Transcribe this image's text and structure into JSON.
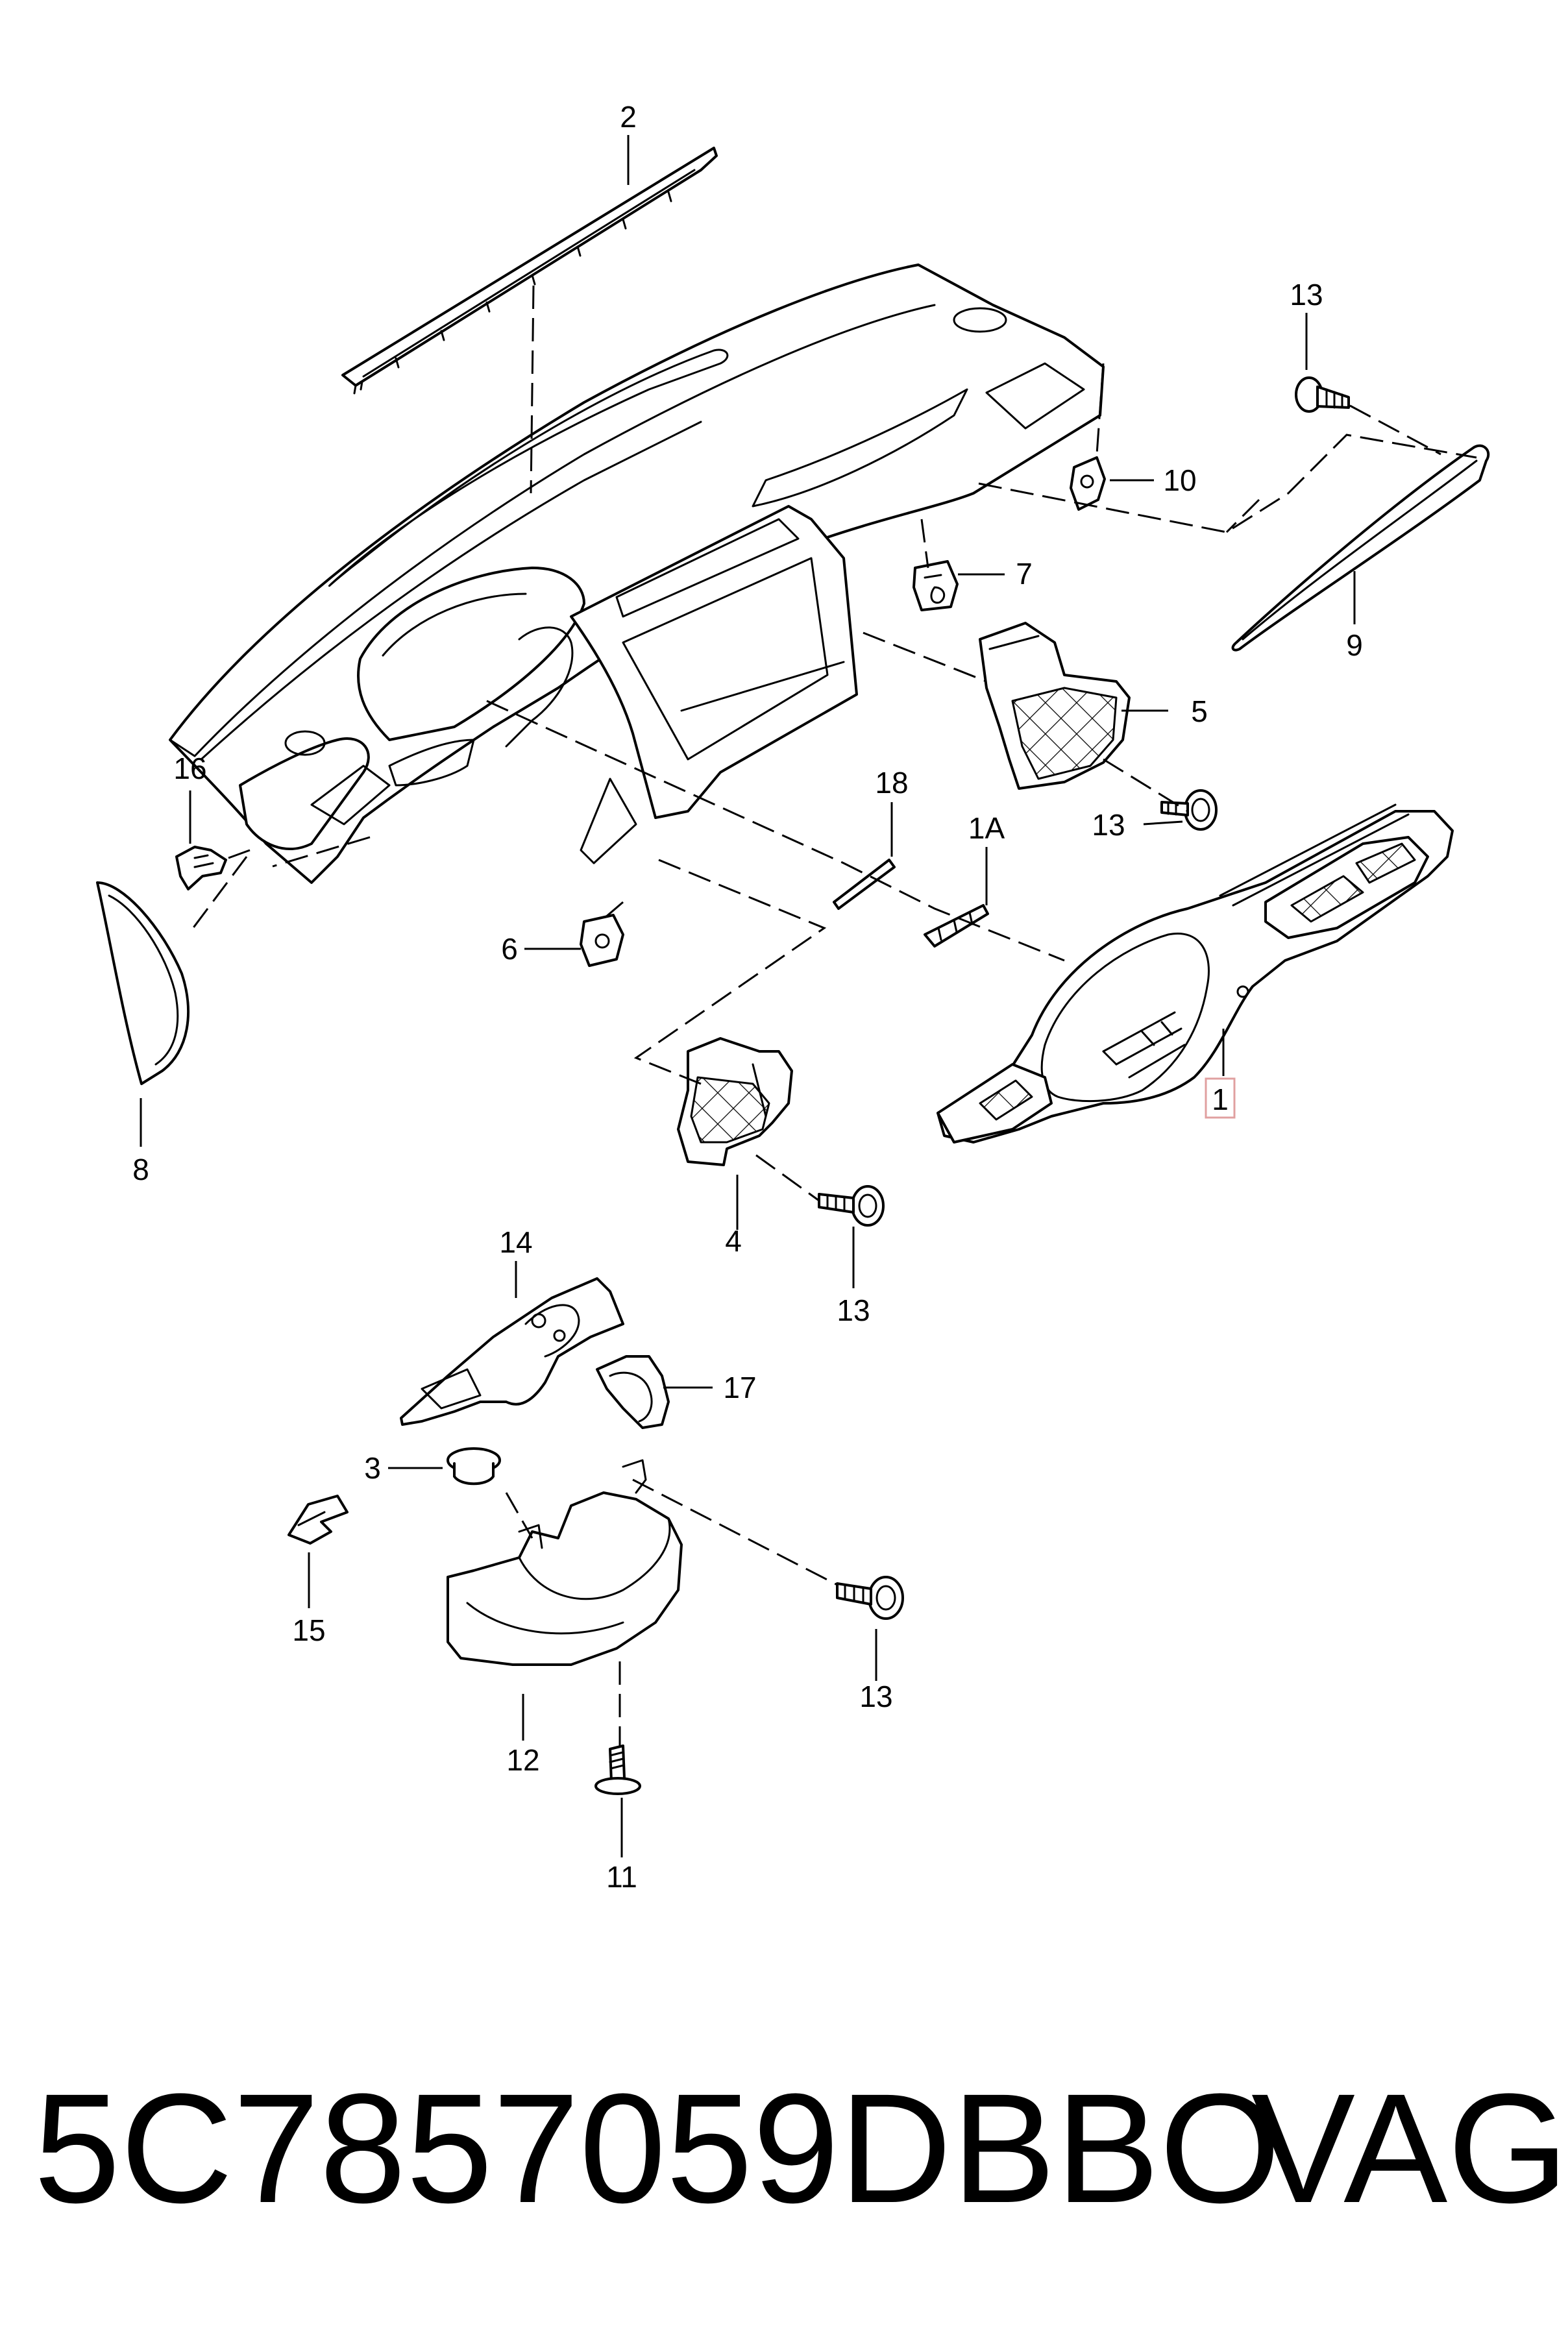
{
  "callouts": {
    "c1": "1",
    "c1a": "1A",
    "c2": "2",
    "c3": "3",
    "c4": "4",
    "c5": "5",
    "c6": "6",
    "c7": "7",
    "c8": "8",
    "c9": "9",
    "c10": "10",
    "c11": "11",
    "c12": "12",
    "c13a": "13",
    "c13b": "13",
    "c13c": "13",
    "c13d": "13",
    "c14": "14",
    "c15": "15",
    "c16": "16",
    "c17": "17",
    "c18": "18"
  },
  "footer": {
    "part_number": "5C7857059DBBO",
    "brand": "VAG"
  },
  "colors": {
    "line": "#000000",
    "highlight_box": "#e0a0a0",
    "background": "#ffffff"
  }
}
